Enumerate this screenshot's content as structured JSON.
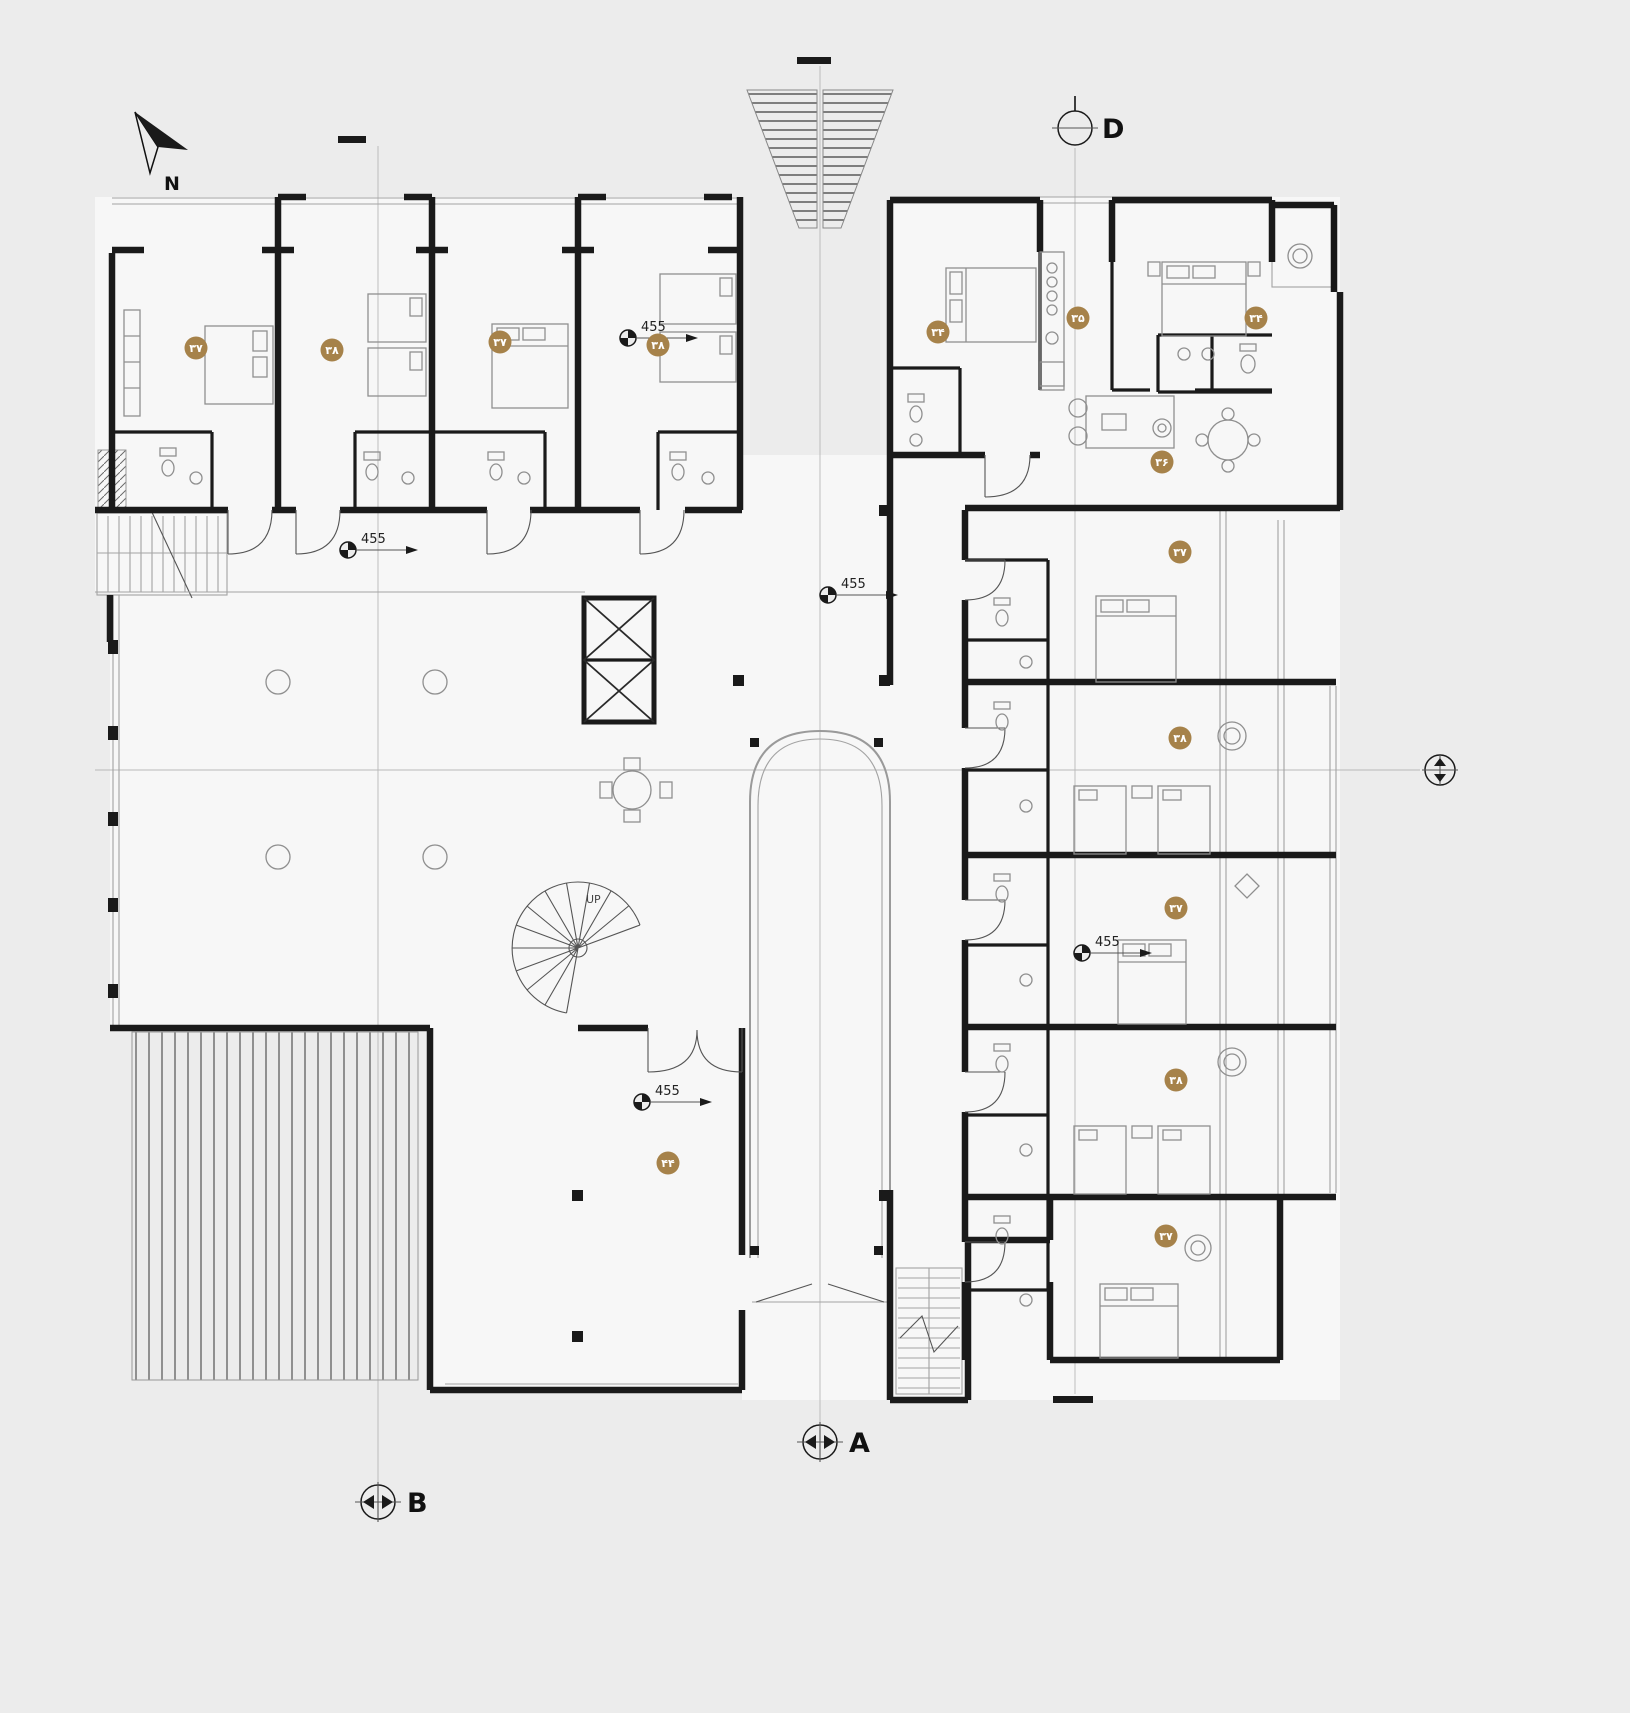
{
  "meta": {
    "drawing_type": "architectural floor plan"
  },
  "colors": {
    "background": "#ececec",
    "wall": "#1a1a1a",
    "thin_line": "#a3a3a3",
    "furniture_line": "#8f8f8f",
    "badge": "#a6824a",
    "badge_text": "#ffffff"
  },
  "north": {
    "label": "N"
  },
  "spiral_stair": {
    "label": "UP"
  },
  "section_markers": [
    {
      "id": "d",
      "label": "D"
    },
    {
      "id": "a",
      "label": "A"
    },
    {
      "id": "b",
      "label": "B"
    },
    {
      "id": "right",
      "label": ""
    }
  ],
  "level_markers": [
    {
      "value": "455"
    },
    {
      "value": "455"
    },
    {
      "value": "455"
    },
    {
      "value": "455"
    },
    {
      "value": "455"
    }
  ],
  "room_labels": [
    {
      "value": "۳۷"
    },
    {
      "value": "۳۸"
    },
    {
      "value": "۳۷"
    },
    {
      "value": "۳۸"
    },
    {
      "value": "۳۴"
    },
    {
      "value": "۳۵"
    },
    {
      "value": "۳۴"
    },
    {
      "value": "۳۶"
    },
    {
      "value": "۳۷"
    },
    {
      "value": "۳۸"
    },
    {
      "value": "۳۷"
    },
    {
      "value": "۳۸"
    },
    {
      "value": "۳۷"
    },
    {
      "value": "۴۴"
    }
  ]
}
